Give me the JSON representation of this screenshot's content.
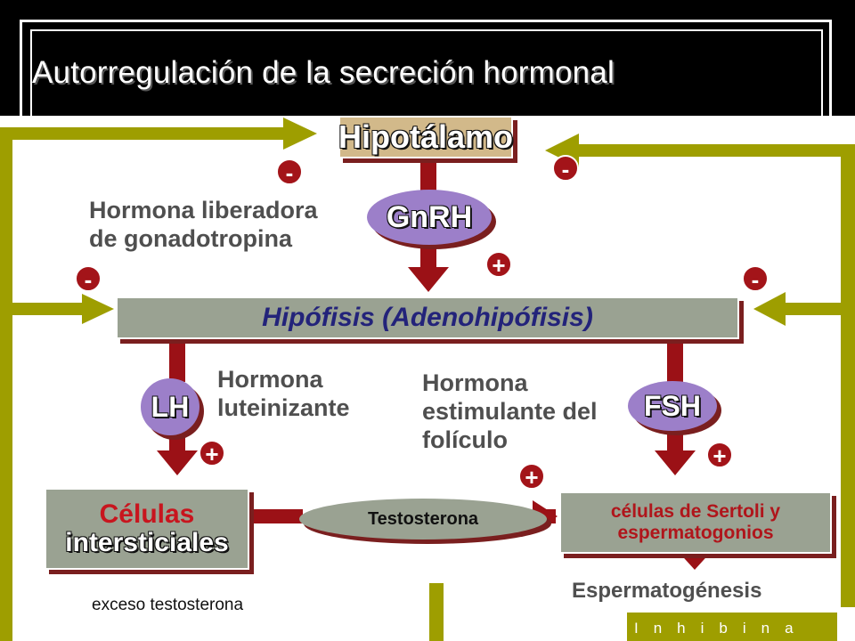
{
  "title": "Autorregulación de la secreción hormonal",
  "nodes": {
    "hipotalamo": "Hipotálamo",
    "gnrh": "GnRH",
    "hipofisis": "Hipófisis (Adenohipófisis)",
    "lh": "LH",
    "fsh": "FSH",
    "celulas_intersticiales": [
      "Células",
      "intersticiales"
    ],
    "testosterona": "Testosterona",
    "sertoli": [
      "células de Sertoli y",
      "espermatogonios"
    ]
  },
  "labels": {
    "gnrh_desc": [
      "Hormona liberadora",
      "de gonadotropina"
    ],
    "lh_desc": [
      "Hormona",
      "luteinizante"
    ],
    "fsh_desc": [
      "Hormona",
      "estimulante del",
      "folículo"
    ],
    "espermatogenesis": "Espermatogénesis",
    "exceso": "exceso testosterona",
    "inhibina": "Inhibina"
  },
  "signs": {
    "minus": "-",
    "plus": "+"
  },
  "colors": {
    "feedback": "#9e9e00",
    "arrow": "#9b1116",
    "box": "#9aa292",
    "oval": "#9c7fc9"
  }
}
